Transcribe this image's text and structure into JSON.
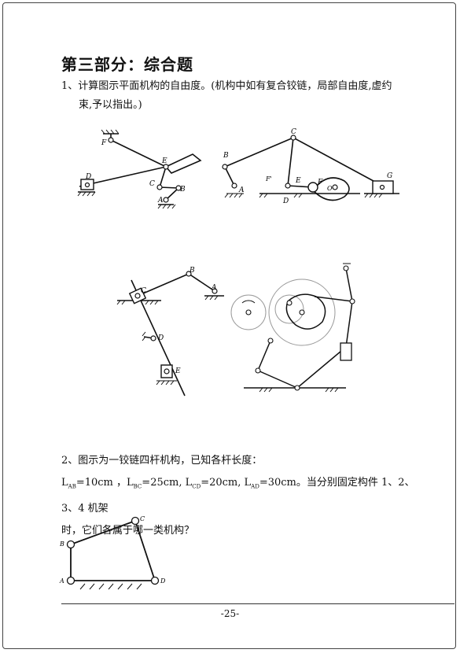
{
  "section_title": "第三部分：综合题",
  "q1": {
    "line1": "1、计算图示平面机构的自由度。(机构中如有复合铰链，局部自由度,虚约",
    "line2": "束,予以指出。)"
  },
  "fig1_labels": {
    "F": "F",
    "E": "E",
    "D": "D",
    "C": "C",
    "B": "B",
    "A": "A"
  },
  "fig2_labels": {
    "C": "C",
    "B": "B",
    "A": "A",
    "Fp": "F'",
    "E": "E",
    "D": "D",
    "F": "F",
    "O": "O",
    "G": "G"
  },
  "fig3_labels": {
    "C": "C",
    "B": "B",
    "A": "A",
    "D": "D",
    "E": "E"
  },
  "q2": {
    "line1": "2、图示为一铰链四杆机构，已知各杆长度：",
    "line2_parts": [
      "L",
      "AB",
      "=10cm ，L",
      "BC",
      "=25cm, L",
      "CD",
      "=20cm, L",
      "AD",
      "=30cm。当分别固定构件 1、2、3、4 机架"
    ],
    "line3": "时，它们各属于哪一类机构？"
  },
  "fig5_labels": {
    "A": "A",
    "B": "B",
    "C": "C",
    "D": "D"
  },
  "page_number": "-25-"
}
